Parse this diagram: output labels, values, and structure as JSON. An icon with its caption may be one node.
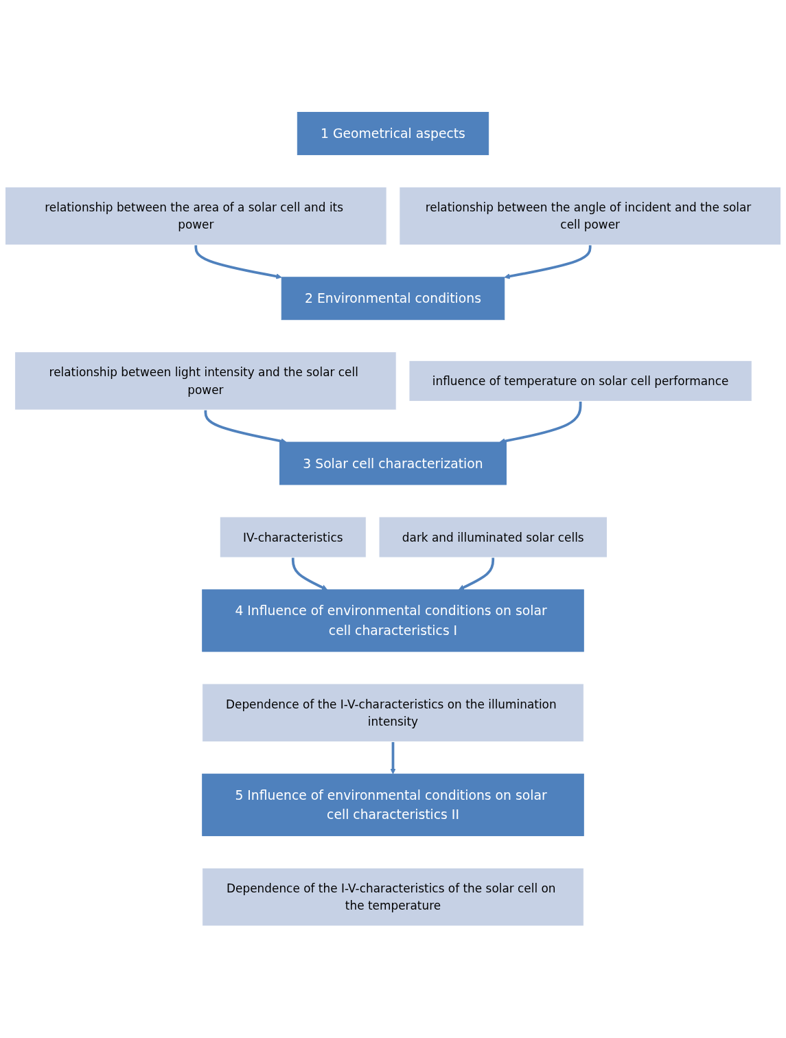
{
  "diagram": {
    "nodes": [
      {
        "text": [
          "1 Geometrical aspects"
        ]
      },
      {
        "text": [
          "relationship between the area of a solar cell and its power"
        ]
      },
      {
        "text": [
          "relationship between the angle of incident and the solar cell power"
        ]
      },
      {
        "text": [
          "2 Environmental conditions"
        ]
      },
      {
        "text": [
          "relationship between light intensity and the solar cell power"
        ]
      },
      {
        "text": [
          "influence of temperature on solar cell performance"
        ]
      },
      {
        "text": [
          "3 Solar cell characterization"
        ]
      },
      {
        "text": [
          "IV-characteristics"
        ]
      },
      {
        "text": [
          "dark and illuminated solar cells"
        ]
      },
      {
        "text": [
          "4 Influence of environmental conditions on solar cell characteristics I"
        ]
      },
      {
        "text": [
          "Dependence of the I-V-characteristics on the illumination intensity"
        ]
      },
      {
        "text": [
          "5 Influence of environmental conditions on solar cell characteristics II"
        ]
      },
      {
        "text": [
          "Dependence of the I-V-characteristics of the solar cell on the temperature"
        ]
      }
    ],
    "edges": [
      {
        "from": 1,
        "to": 3,
        "arrow": "to"
      },
      {
        "from": 2,
        "to": 3,
        "arrow": "to"
      },
      {
        "from": 4,
        "to": 6,
        "arrow": "to"
      },
      {
        "from": 5,
        "to": 6,
        "arrow": "to"
      },
      {
        "from": 7,
        "to": 9,
        "arrow": "to"
      },
      {
        "from": 8,
        "to": 9,
        "arrow": "to"
      },
      {
        "from": 10,
        "to": 11,
        "arrow": "to"
      }
    ]
  }
}
